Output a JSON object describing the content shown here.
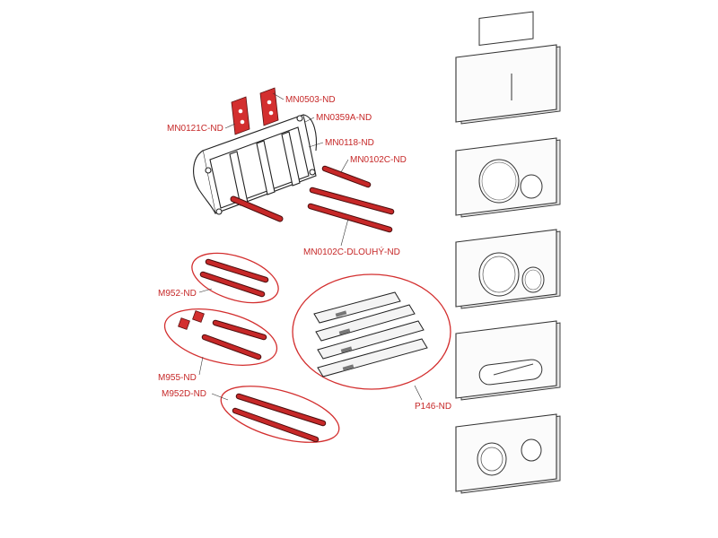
{
  "parts": {
    "mn0503": "MN0503-ND",
    "mn0121c": "MN0121C-ND",
    "mn0359a": "MN0359A-ND",
    "mn0118": "MN0118-ND",
    "mn0102c": "MN0102C-ND",
    "mn0102c_long": "MN0102C-DLOUHÝ-ND",
    "m952": "M952-ND",
    "m955": "M955-ND",
    "m952d": "M952D-ND",
    "p146": "P146-ND"
  },
  "colors": {
    "highlight": "#d32f2f",
    "outline": "#222222"
  },
  "panels": [
    {
      "style": "rectangular-dual-button"
    },
    {
      "style": "round-dual-button"
    },
    {
      "style": "round-dual-button-ring"
    },
    {
      "style": "oval-slot"
    },
    {
      "style": "round-dual-button-offset"
    }
  ]
}
